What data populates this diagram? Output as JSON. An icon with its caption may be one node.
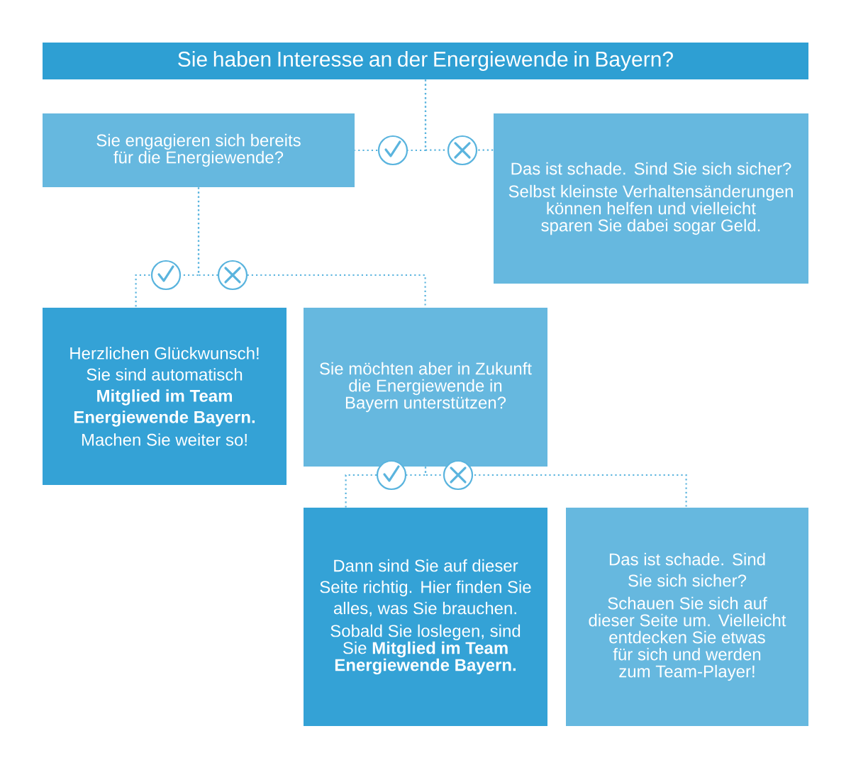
{
  "diagram": {
    "nodes": [
      {
        "text": [
          "Sie haben Interesse an der Energiewende in Bayern?"
        ]
      },
      {
        "text": [
          "Sie engagieren sich bereits für die Energiewende?"
        ]
      },
      {
        "text": [
          "Das ist schade. Sind Sie sich sicher?",
          "Selbst kleinste Verhaltensänderungen können helfen und vielleicht sparen Sie dabei sogar Geld."
        ]
      },
      {
        "text": [
          "Herzlichen Glückwunsch! Sie sind automatisch **Mitglied im Team Energiewende Bayern.**",
          "Machen Sie weiter so!"
        ]
      },
      {
        "text": [
          "Sie möchten aber in Zukunft die Energiewende in Bayern unterstützen?"
        ]
      },
      {
        "text": [
          "Dann sind Sie auf dieser Seite richtig. Hier finden Sie alles, was Sie brauchen.",
          "Sobald Sie loslegen, sind Sie **Mitglied im Team Energiewende Bayern.**"
        ]
      },
      {
        "text": [
          "Das ist schade. Sind Sie sich sicher?",
          "Schauen Sie sich auf dieser Seite um. Vielleicht entdecken Sie etwas für sich und werden zum Team-Player!"
        ]
      }
    ],
    "edges": [
      {
        "from": 0,
        "to": 1,
        "arrow": "none",
        "style": "dashed"
      },
      {
        "from": 0,
        "to": 2,
        "arrow": "none",
        "style": "dashed"
      },
      {
        "from": 1,
        "to": 3,
        "arrow": "none",
        "style": "dashed"
      },
      {
        "from": 1,
        "to": 4,
        "arrow": "none",
        "style": "dashed"
      },
      {
        "from": 4,
        "to": 5,
        "arrow": "none",
        "style": "dashed"
      },
      {
        "from": 4,
        "to": 6,
        "arrow": "none",
        "style": "dashed"
      }
    ]
  }
}
